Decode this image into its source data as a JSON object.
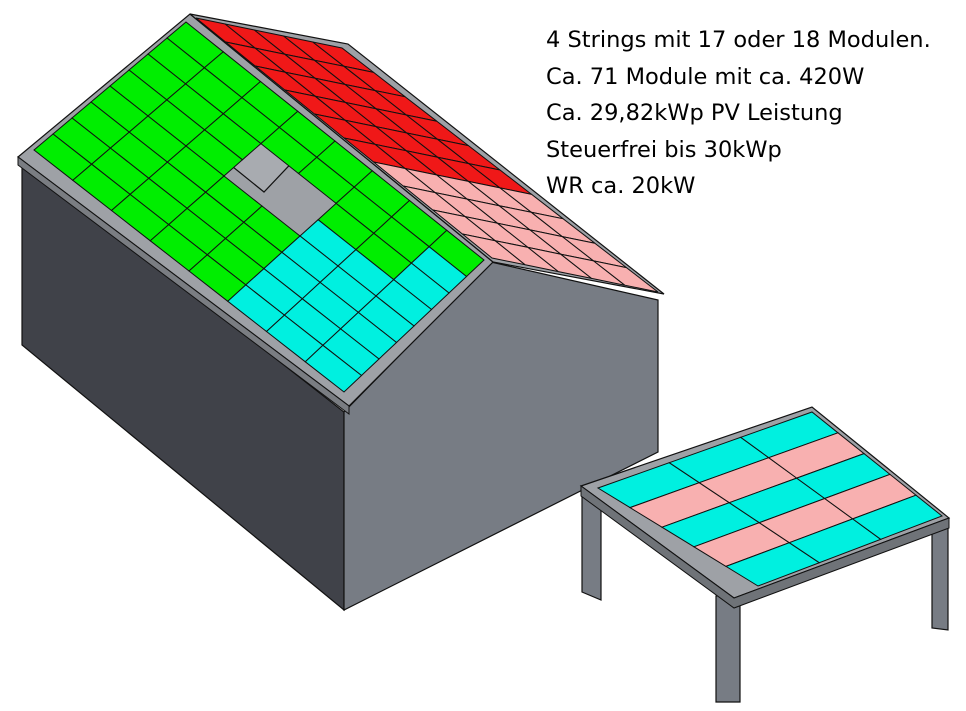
{
  "notes": [
    "4 Strings mit 17 oder 18 Modulen.",
    "Ca. 71 Module mit ca. 420W",
    "Ca. 29,82kWp PV Leistung",
    "Steuerfrei bis 30kWp",
    "WR ca. 20kW"
  ],
  "strings": [
    {
      "color": "#f01818"
    },
    {
      "color": "#f8b0b0"
    },
    {
      "color": "#00ee00"
    },
    {
      "color": "#00f0e0"
    }
  ],
  "colors": {
    "wall_dark": "#404249",
    "wall_light": "#777c84",
    "roof_frame": "#9ea1a6",
    "chimney": "#a8abb0",
    "edge": "#111111"
  }
}
